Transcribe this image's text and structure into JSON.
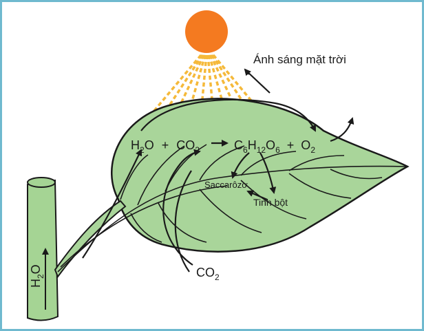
{
  "labels": {
    "sunlight": "Ánh sáng mặt trời",
    "water_stem": "H",
    "water_stem_sub": "2",
    "water_stem_tail": "O",
    "co2_in": "CO",
    "co2_in_sub": "2",
    "sucrose": "Saccarôzơ",
    "starch": "Tinh bột"
  },
  "equation": {
    "h2o": "H",
    "h2o_sub": "2",
    "h2o_tail": "O",
    "plus1": "+",
    "co2": "CO",
    "co2_sub": "2",
    "c": "C",
    "c_sub": "6",
    "h": "H",
    "h_sub": "12",
    "o": "O",
    "o_sub": "6",
    "plus2": "+",
    "o2": "O",
    "o2_sub": "2"
  },
  "colors": {
    "frame": "#6fb9cf",
    "sun": "#f47a20",
    "rays": "#f5b93a",
    "leaf": "#a9d59a",
    "stem": "#a5d494",
    "outline": "#1a1a1a"
  }
}
